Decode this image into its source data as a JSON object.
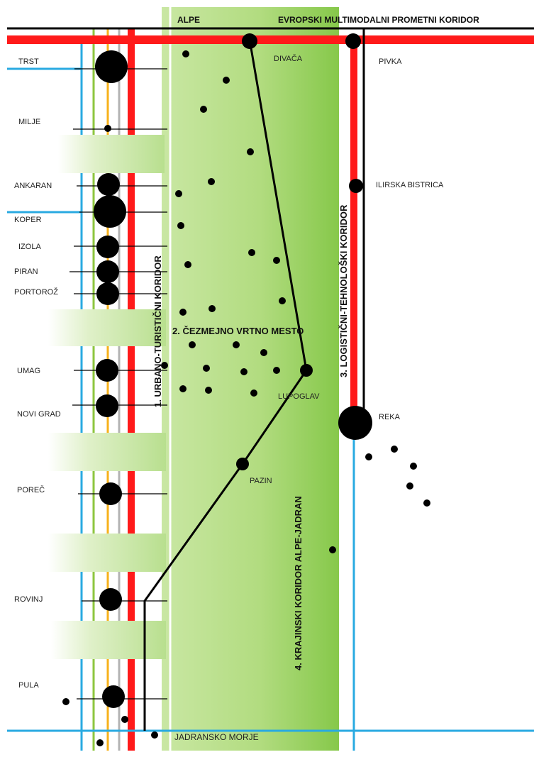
{
  "labels": {
    "alpe": "ALPE",
    "multimodal_corridor": "EVROPSKI MULTIMODALNI PROMETNI KORIDOR",
    "corridor_1": "1.  URBANO-TURISTIČNI KORIDOR",
    "corridor_2": "2. ČEZMEJNO VRTNO MESTO",
    "corridor_3": "3. LOGISTIČNI-TEHNOLOŠKI KORIDOR",
    "corridor_4": "4. KRAJINSKI KORIDOR ALPE-JADRAN",
    "sea": "JADRANSKO MORJE"
  },
  "coastal_towns": [
    {
      "name": "TRST"
    },
    {
      "name": "MILJE"
    },
    {
      "name": "ANKARAN"
    },
    {
      "name": "KOPER"
    },
    {
      "name": "IZOLA"
    },
    {
      "name": "PIRAN"
    },
    {
      "name": "PORTOROŽ"
    },
    {
      "name": "UMAG"
    },
    {
      "name": "NOVI GRAD"
    },
    {
      "name": "POREČ"
    },
    {
      "name": "ROVINJ"
    },
    {
      "name": "PULA"
    }
  ],
  "inland_towns": [
    {
      "name": "DIVAČA"
    },
    {
      "name": "PIVKA"
    },
    {
      "name": "ILIRSKA BISTRICA"
    },
    {
      "name": "LUPOGLAV"
    },
    {
      "name": "REKA"
    },
    {
      "name": "PAZIN"
    }
  ],
  "colors": {
    "rail": "#ff1a1a",
    "sea_line": "#29aae1",
    "green_line": "#8dc63f",
    "yellow_line": "#f7b21b",
    "gray_line": "#b3b3b3",
    "garden_band": "#a9d46b",
    "marker": "#000000"
  }
}
